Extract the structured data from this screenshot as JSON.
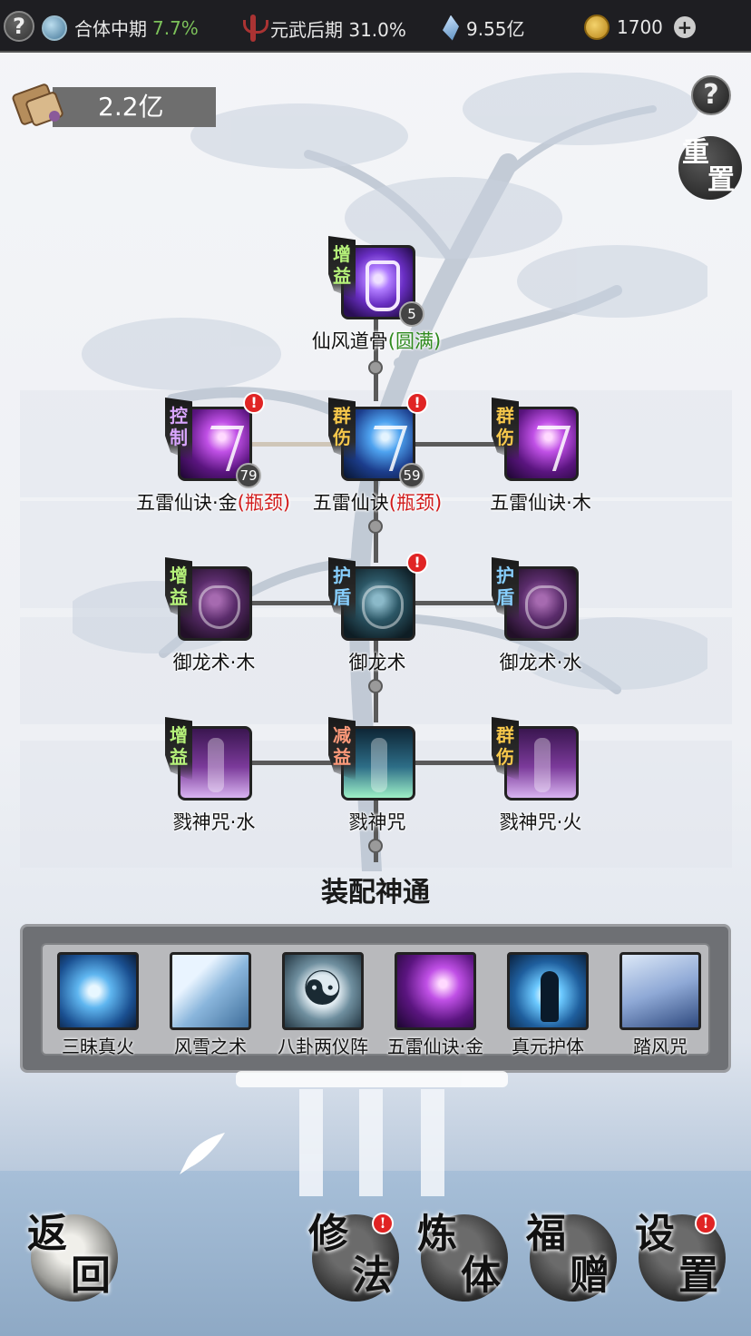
{
  "top_bar": {
    "realm_label": "合体中期",
    "realm_pct": "7.7%",
    "martial_label": "元武后期 31.0%",
    "spirit_stones": "9.55亿",
    "gold": "1700"
  },
  "scroll_currency": "2.2亿",
  "reset": [
    "重",
    "置"
  ],
  "skills": {
    "top": {
      "tag": [
        "增",
        "益"
      ],
      "level": "5",
      "name": "仙风道骨",
      "status": "(圆满)"
    },
    "row1": [
      {
        "tag": [
          "控",
          "制"
        ],
        "level": "79",
        "name": "五雷仙诀·金",
        "status": "(瓶颈)",
        "alert": "!"
      },
      {
        "tag": [
          "群",
          "伤"
        ],
        "level": "59",
        "name": "五雷仙诀",
        "status": "(瓶颈)",
        "alert": "!"
      },
      {
        "tag": [
          "群",
          "伤"
        ],
        "name": "五雷仙诀·木"
      }
    ],
    "row2": [
      {
        "tag": [
          "增",
          "益"
        ],
        "name": "御龙术·木"
      },
      {
        "tag": [
          "护",
          "盾"
        ],
        "name": "御龙术",
        "alert": "!"
      },
      {
        "tag": [
          "护",
          "盾"
        ],
        "name": "御龙术·水"
      }
    ],
    "row3": [
      {
        "tag": [
          "增",
          "益"
        ],
        "name": "戮神咒·水"
      },
      {
        "tag": [
          "减",
          "益"
        ],
        "name": "戮神咒"
      },
      {
        "tag": [
          "群",
          "伤"
        ],
        "name": "戮神咒·火"
      }
    ]
  },
  "equip": {
    "title": "装配神通",
    "slots": [
      "三昧真火",
      "风雪之术",
      "八卦两仪阵",
      "五雷仙诀·金",
      "真元护体",
      "踏风咒"
    ]
  },
  "nav": {
    "back": [
      "返",
      "回"
    ],
    "cultivate": [
      "修",
      "法"
    ],
    "refine": [
      "炼",
      "体"
    ],
    "gift": [
      "福",
      "赠"
    ],
    "settings": [
      "设",
      "置"
    ],
    "alert": "!"
  },
  "colors": {
    "green_status": "#2f8a1e",
    "red_status": "#d11a1a",
    "alert": "#e02424",
    "top_bar": "#1e1e22"
  }
}
